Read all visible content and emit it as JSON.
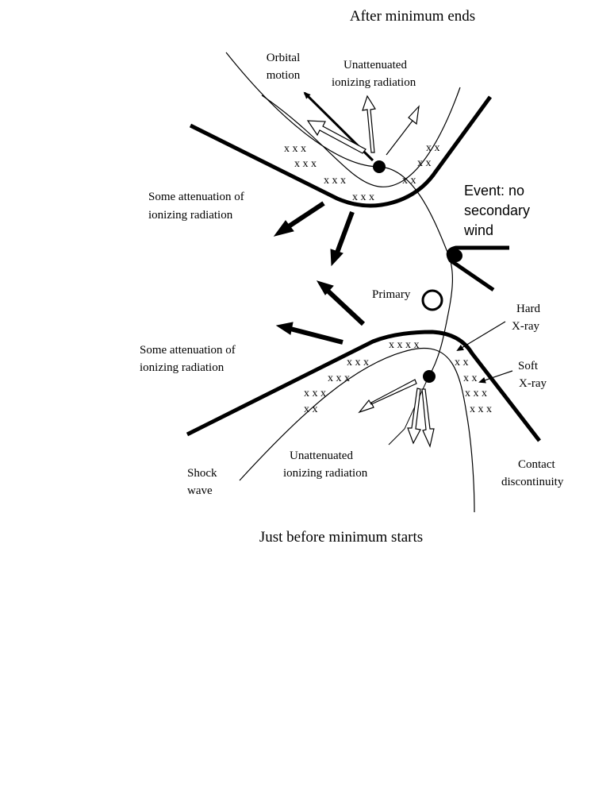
{
  "captions": {
    "top": "After minimum ends",
    "bottom": "Just before minimum starts"
  },
  "labels": {
    "orbital_motion_1": "Orbital",
    "orbital_motion_2": "motion",
    "unatt_top_1": "Unattenuated",
    "unatt_top_2": "ionizing radiation",
    "some_att_upper_1": "Some attenuation of",
    "some_att_upper_2": "ionizing radiation",
    "event_1": "Event: no",
    "event_2": "secondary",
    "event_3": "wind",
    "primary": "Primary",
    "hard_1": "Hard",
    "hard_2": "X-ray",
    "some_att_lower_1": "Some attenuation of",
    "some_att_lower_2": "ionizing radiation",
    "soft_1": "Soft",
    "soft_2": "X-ray",
    "shock_1": "Shock",
    "shock_2": "wave",
    "unatt_bottom_1": "Unattenuated",
    "unatt_bottom_2": "ionizing radiation",
    "contact_1": "Contact",
    "contact_2": "discontinuity"
  },
  "x_marks": {
    "top_left_1": "x x x",
    "top_left_2": "x x x",
    "top_left_3": "x x x",
    "top_left_4": "x x x",
    "top_right_1": "x x",
    "top_right_2": "x x",
    "top_right_3": "x x",
    "bot_top_row": "x x x x",
    "bot_left_1": "x x x",
    "bot_left_2": "x x x",
    "bot_left_3": "x x x",
    "bot_left_4": "x x",
    "bot_right_1": "x x",
    "bot_right_2": "x x",
    "bot_right_3": "x x x",
    "bot_right_4": "x x x"
  }
}
